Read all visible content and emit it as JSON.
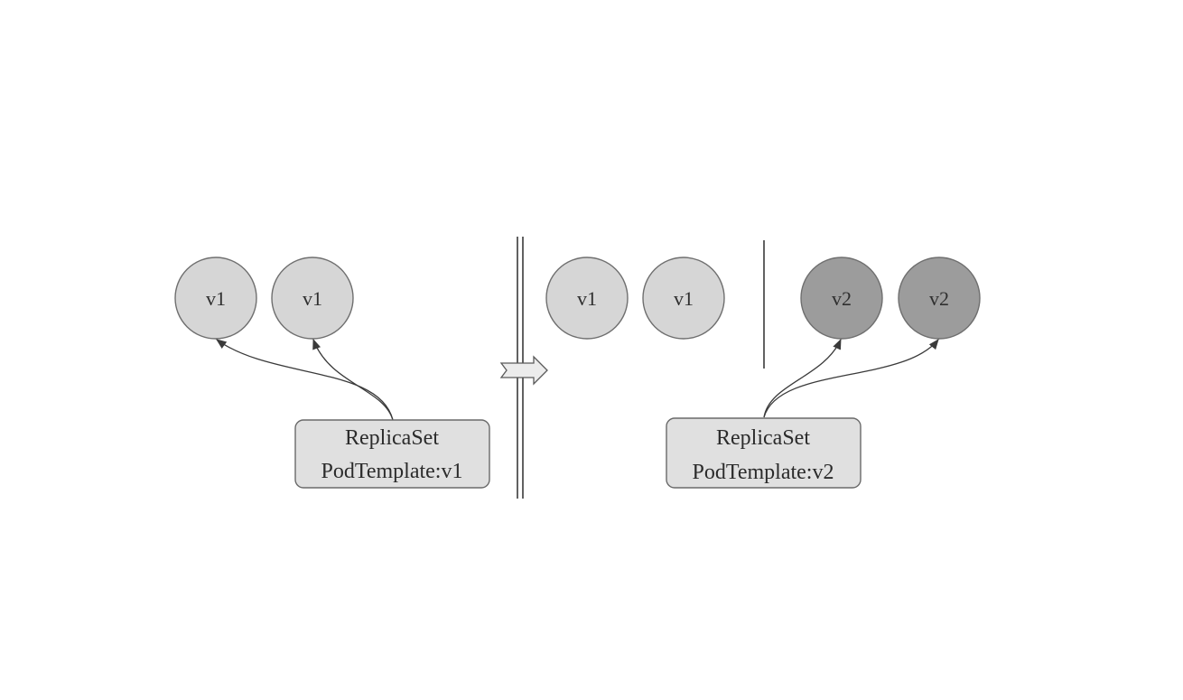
{
  "colors": {
    "pod_v1_fill": "#d6d6d6",
    "pod_v2_fill": "#9c9c9c",
    "replicaset_fill": "#e0e0e0",
    "line": "#3a3a3a",
    "transition_arrow_fill": "#ececec"
  },
  "before": {
    "pods": [
      {
        "label": "v1"
      },
      {
        "label": "v1"
      }
    ],
    "replicaset": {
      "title": "ReplicaSet",
      "template": "PodTemplate:v1"
    }
  },
  "after": {
    "old_pods": [
      {
        "label": "v1"
      },
      {
        "label": "v1"
      }
    ],
    "new_pods": [
      {
        "label": "v2"
      },
      {
        "label": "v2"
      }
    ],
    "replicaset": {
      "title": "ReplicaSet",
      "template": "PodTemplate:v2"
    }
  },
  "icons": {
    "transition": "right-arrow-icon"
  }
}
